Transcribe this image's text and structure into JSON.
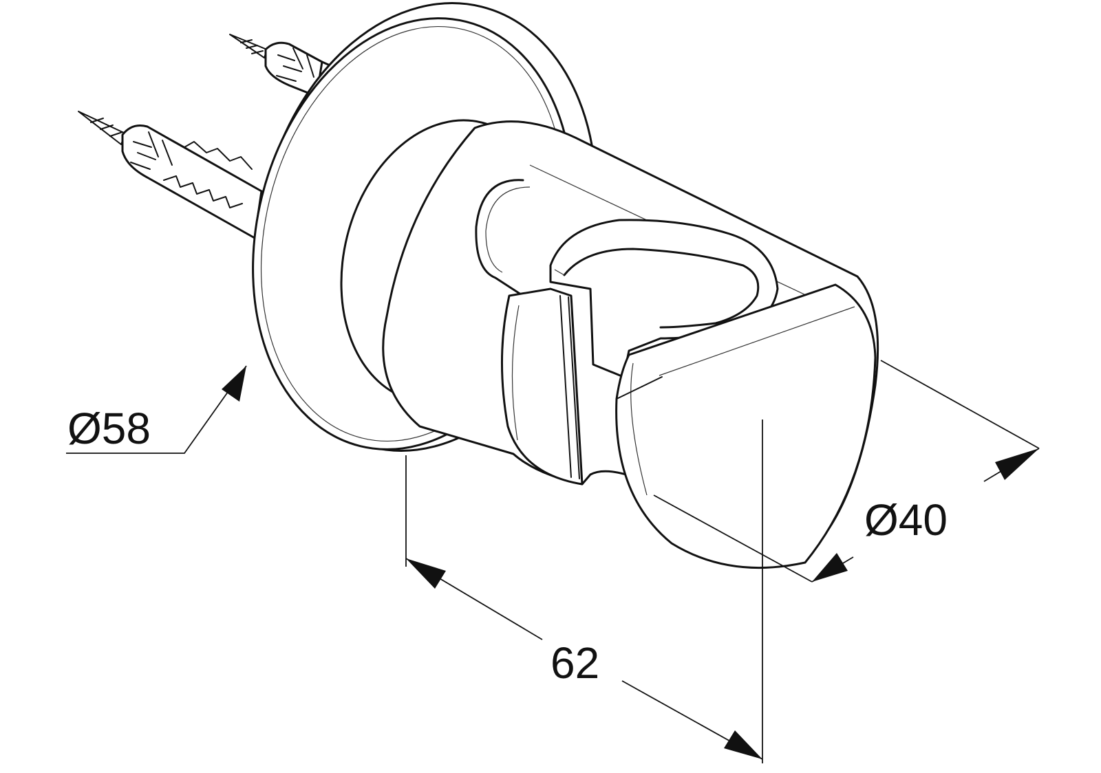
{
  "dimensions": {
    "wall_flange_diameter": "Ø58",
    "holder_diameter": "Ø40",
    "overall_depth": "62"
  }
}
